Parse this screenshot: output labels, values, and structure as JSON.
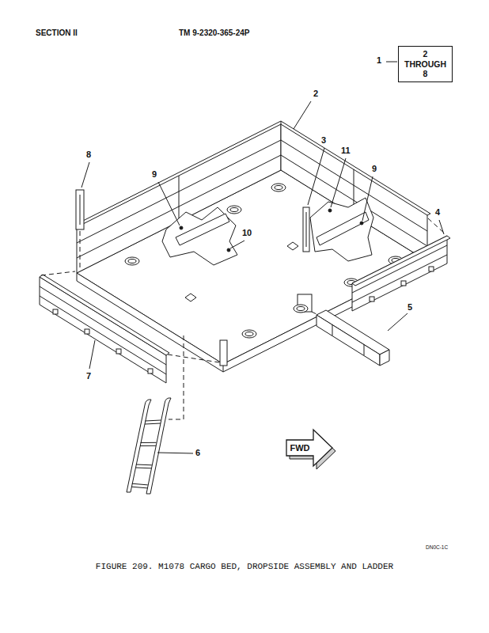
{
  "diagram": {
    "caption": "FIGURE 209. M1078 CARGO BED, DROPSIDE ASSEMBLY AND LADDER",
    "nodes": [
      {
        "text": [
          "2 THROUGH 8"
        ]
      },
      {
        "text": [
          "FWD"
        ]
      }
    ],
    "labels": [
      "SECTION II",
      "TM 9-2320-365-24P",
      "1",
      "2",
      "3",
      "11",
      "9",
      "8",
      "9",
      "10",
      "4",
      "5",
      "7",
      "6",
      "DN0C-1C"
    ]
  }
}
